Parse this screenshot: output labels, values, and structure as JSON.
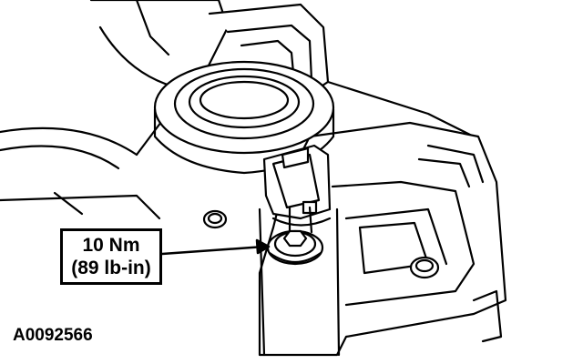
{
  "callout": {
    "torque_nm": "10 Nm",
    "torque_lbin": "(89 lb-in)"
  },
  "reference_id": "A0092566",
  "colors": {
    "line": "#000000",
    "fill": "#ffffff"
  }
}
